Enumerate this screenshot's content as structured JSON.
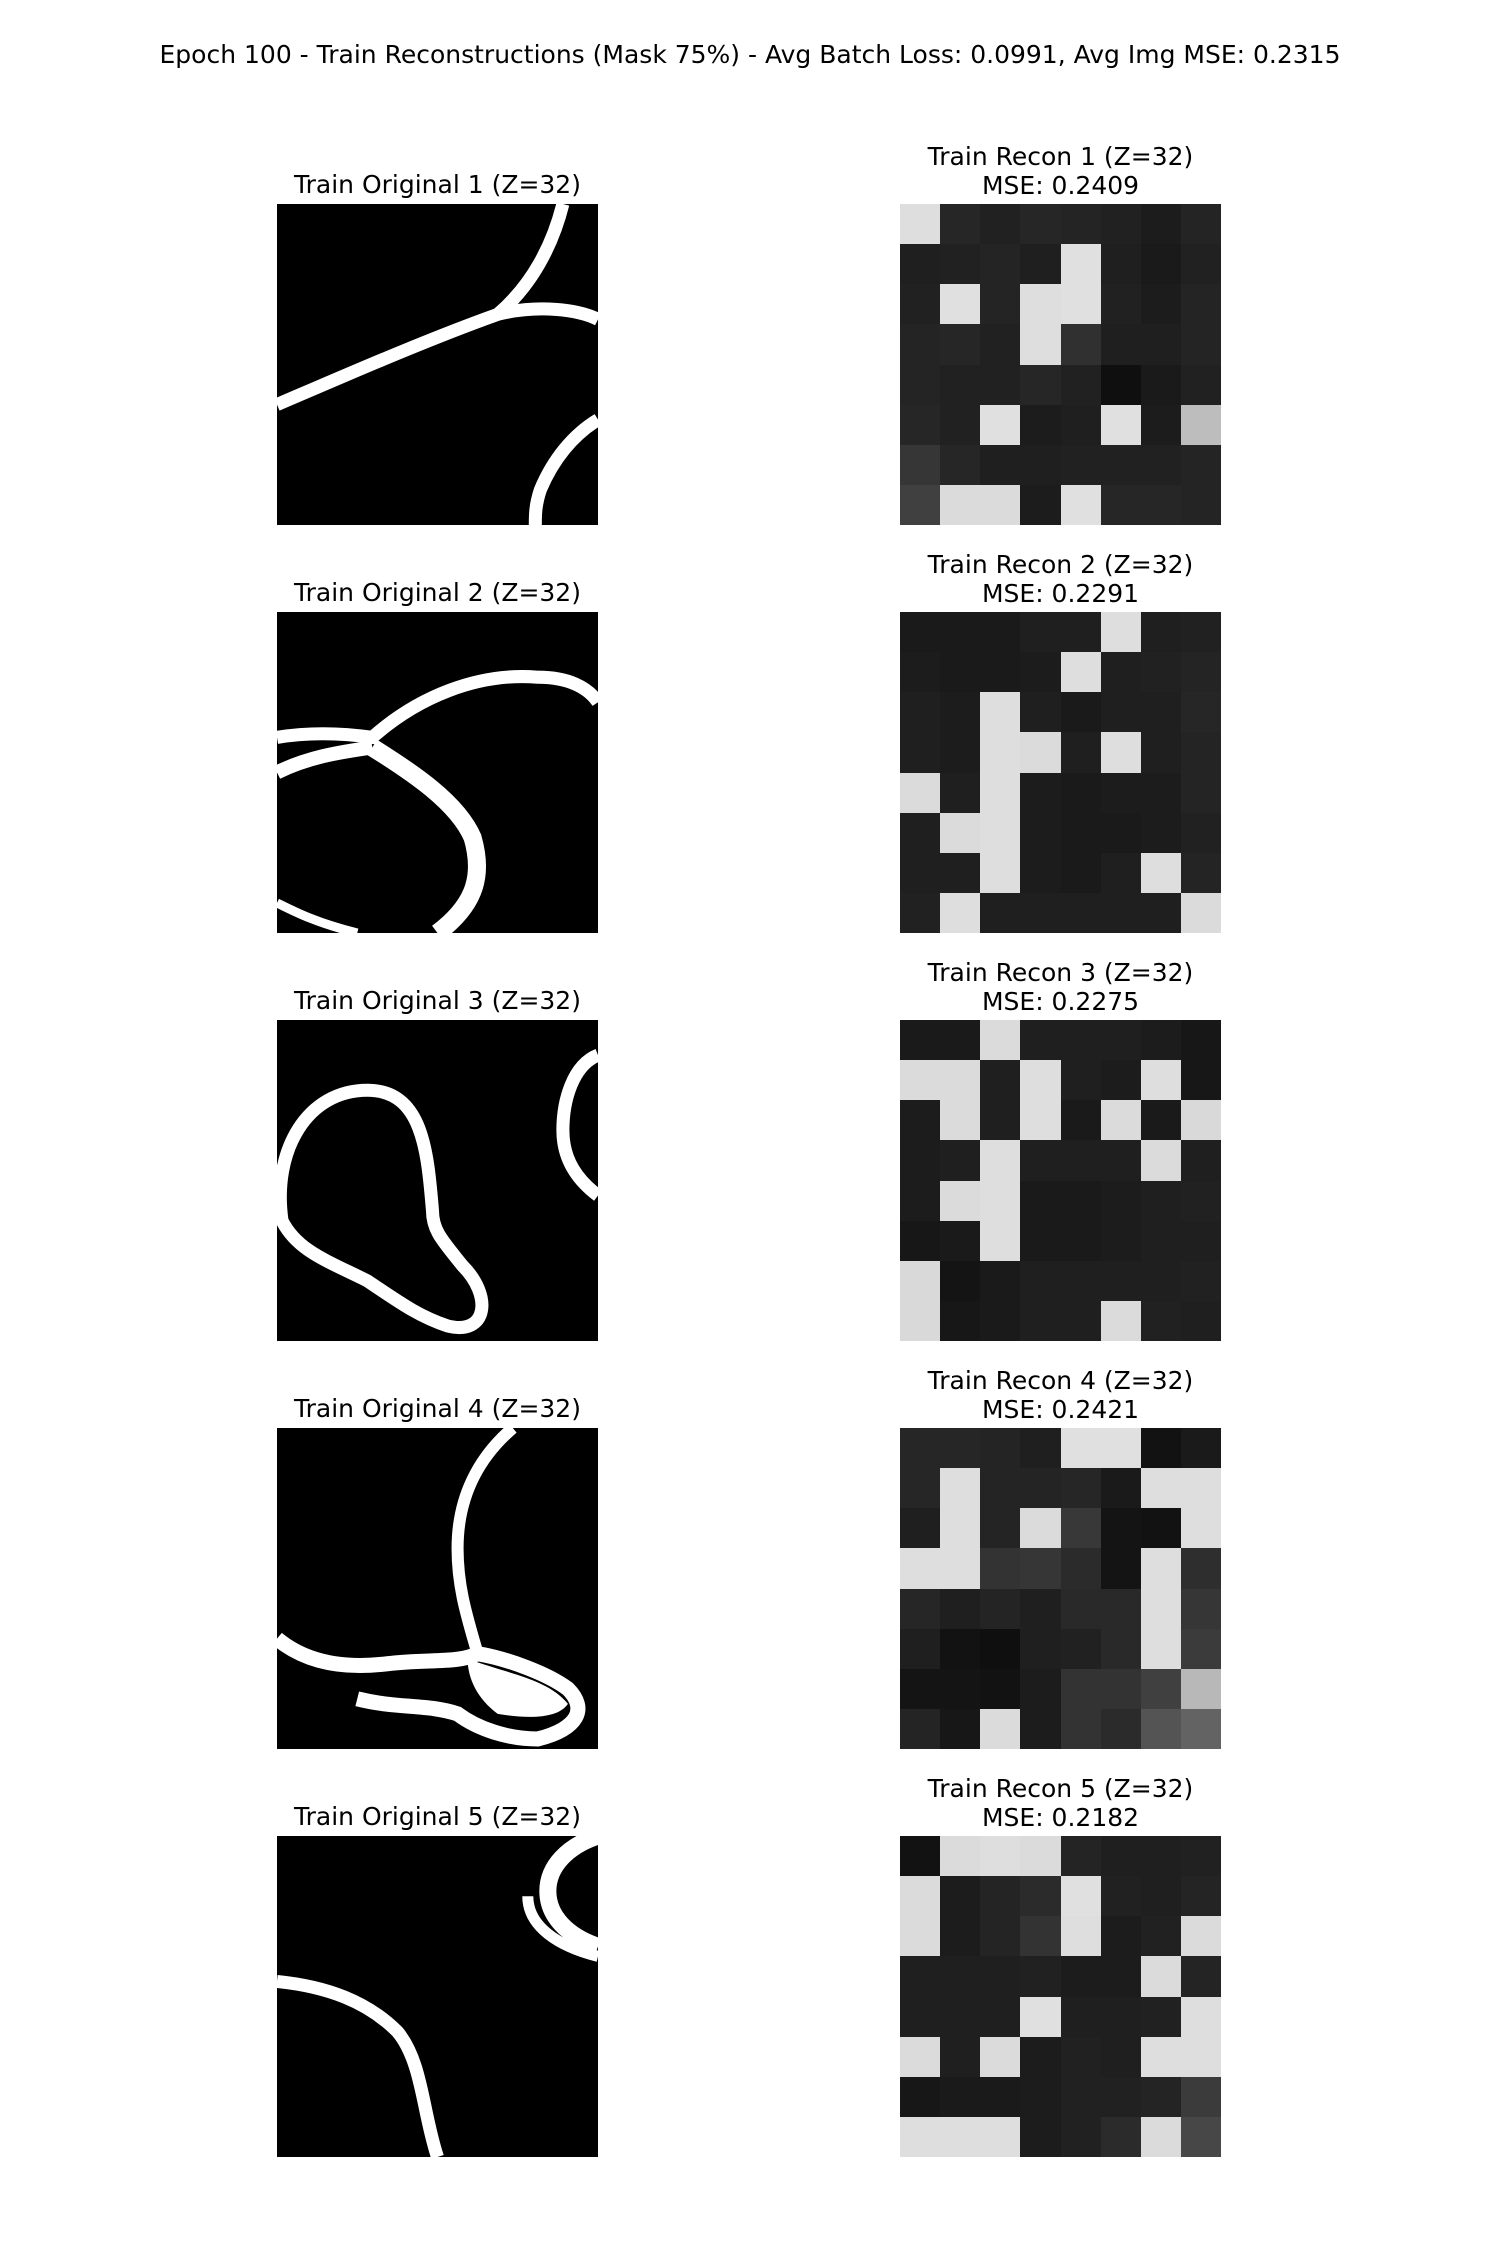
{
  "figure": {
    "suptitle": "Epoch 100 - Train Reconstructions (Mask 75%) - Avg Batch Loss: 0.0991, Avg Img MSE: 0.2315"
  },
  "chart_data": {
    "type": "heatmap",
    "title": "Epoch 100 - Train Reconstructions (Mask 75%) - Avg Batch Loss: 0.0991, Avg Img MSE: 0.2315",
    "colormap": "gray",
    "originals": [
      {
        "title": "Train Original 1 (Z=32)"
      },
      {
        "title": "Train Original 2 (Z=32)"
      },
      {
        "title": "Train Original 3 (Z=32)"
      },
      {
        "title": "Train Original 4 (Z=32)"
      },
      {
        "title": "Train Original 5 (Z=32)"
      }
    ],
    "reconstructions": [
      {
        "title": "Train Recon 1 (Z=32)",
        "mse_label": "MSE: 0.2409",
        "mse": 0.2409,
        "pixels": [
          [
            0.87,
            0.15,
            0.13,
            0.15,
            0.14,
            0.13,
            0.11,
            0.14
          ],
          [
            0.12,
            0.13,
            0.14,
            0.12,
            0.88,
            0.12,
            0.1,
            0.13
          ],
          [
            0.13,
            0.88,
            0.14,
            0.87,
            0.88,
            0.13,
            0.11,
            0.14
          ],
          [
            0.14,
            0.15,
            0.13,
            0.87,
            0.19,
            0.12,
            0.12,
            0.14
          ],
          [
            0.14,
            0.13,
            0.13,
            0.15,
            0.13,
            0.06,
            0.1,
            0.13
          ],
          [
            0.15,
            0.13,
            0.88,
            0.11,
            0.12,
            0.88,
            0.11,
            0.74
          ],
          [
            0.21,
            0.15,
            0.12,
            0.12,
            0.13,
            0.13,
            0.13,
            0.14
          ],
          [
            0.25,
            0.86,
            0.86,
            0.11,
            0.88,
            0.15,
            0.15,
            0.14
          ]
        ]
      },
      {
        "title": "Train Recon 2 (Z=32)",
        "mse_label": "MSE: 0.2291",
        "mse": 0.2291,
        "pixels": [
          [
            0.1,
            0.1,
            0.1,
            0.12,
            0.12,
            0.87,
            0.12,
            0.13
          ],
          [
            0.11,
            0.1,
            0.1,
            0.11,
            0.87,
            0.12,
            0.13,
            0.14
          ],
          [
            0.12,
            0.11,
            0.87,
            0.12,
            0.1,
            0.12,
            0.12,
            0.15
          ],
          [
            0.12,
            0.11,
            0.87,
            0.86,
            0.12,
            0.87,
            0.12,
            0.14
          ],
          [
            0.86,
            0.12,
            0.87,
            0.11,
            0.1,
            0.11,
            0.11,
            0.14
          ],
          [
            0.12,
            0.86,
            0.87,
            0.11,
            0.1,
            0.1,
            0.11,
            0.13
          ],
          [
            0.12,
            0.12,
            0.87,
            0.11,
            0.1,
            0.12,
            0.87,
            0.14
          ],
          [
            0.13,
            0.87,
            0.12,
            0.12,
            0.12,
            0.12,
            0.12,
            0.86
          ]
        ]
      },
      {
        "title": "Train Recon 3 (Z=32)",
        "mse_label": "MSE: 0.2275",
        "mse": 0.2275,
        "pixels": [
          [
            0.1,
            0.1,
            0.86,
            0.12,
            0.12,
            0.12,
            0.11,
            0.09
          ],
          [
            0.86,
            0.86,
            0.12,
            0.87,
            0.12,
            0.11,
            0.87,
            0.09
          ],
          [
            0.11,
            0.86,
            0.12,
            0.87,
            0.1,
            0.86,
            0.1,
            0.85
          ],
          [
            0.11,
            0.12,
            0.87,
            0.12,
            0.12,
            0.12,
            0.86,
            0.12
          ],
          [
            0.11,
            0.86,
            0.87,
            0.1,
            0.1,
            0.11,
            0.12,
            0.13
          ],
          [
            0.09,
            0.1,
            0.87,
            0.1,
            0.1,
            0.11,
            0.12,
            0.12
          ],
          [
            0.85,
            0.08,
            0.1,
            0.12,
            0.12,
            0.12,
            0.12,
            0.13
          ],
          [
            0.85,
            0.09,
            0.1,
            0.12,
            0.12,
            0.86,
            0.13,
            0.12
          ]
        ]
      },
      {
        "title": "Train Recon 4 (Z=32)",
        "mse_label": "MSE: 0.2421",
        "mse": 0.2421,
        "pixels": [
          [
            0.15,
            0.15,
            0.14,
            0.12,
            0.88,
            0.88,
            0.07,
            0.1
          ],
          [
            0.15,
            0.87,
            0.14,
            0.14,
            0.15,
            0.1,
            0.87,
            0.87
          ],
          [
            0.12,
            0.87,
            0.14,
            0.86,
            0.22,
            0.08,
            0.07,
            0.87
          ],
          [
            0.87,
            0.87,
            0.2,
            0.21,
            0.17,
            0.08,
            0.87,
            0.18
          ],
          [
            0.15,
            0.12,
            0.14,
            0.12,
            0.16,
            0.16,
            0.87,
            0.21
          ],
          [
            0.12,
            0.07,
            0.06,
            0.12,
            0.13,
            0.16,
            0.87,
            0.23
          ],
          [
            0.08,
            0.08,
            0.07,
            0.11,
            0.2,
            0.2,
            0.25,
            0.72
          ],
          [
            0.14,
            0.09,
            0.86,
            0.11,
            0.2,
            0.17,
            0.33,
            0.39
          ]
        ]
      },
      {
        "title": "Train Recon 5 (Z=32)",
        "mse_label": "MSE: 0.2182",
        "mse": 0.2182,
        "pixels": [
          [
            0.07,
            0.86,
            0.87,
            0.86,
            0.14,
            0.12,
            0.12,
            0.13
          ],
          [
            0.86,
            0.11,
            0.14,
            0.17,
            0.88,
            0.13,
            0.12,
            0.14
          ],
          [
            0.86,
            0.11,
            0.14,
            0.2,
            0.87,
            0.11,
            0.13,
            0.86
          ],
          [
            0.12,
            0.12,
            0.12,
            0.13,
            0.11,
            0.11,
            0.86,
            0.14
          ],
          [
            0.12,
            0.12,
            0.12,
            0.88,
            0.12,
            0.12,
            0.13,
            0.87
          ],
          [
            0.86,
            0.12,
            0.86,
            0.11,
            0.13,
            0.12,
            0.87,
            0.87
          ],
          [
            0.09,
            0.1,
            0.1,
            0.11,
            0.13,
            0.13,
            0.14,
            0.23
          ],
          [
            0.87,
            0.87,
            0.87,
            0.11,
            0.13,
            0.17,
            0.86,
            0.28
          ]
        ]
      }
    ]
  }
}
